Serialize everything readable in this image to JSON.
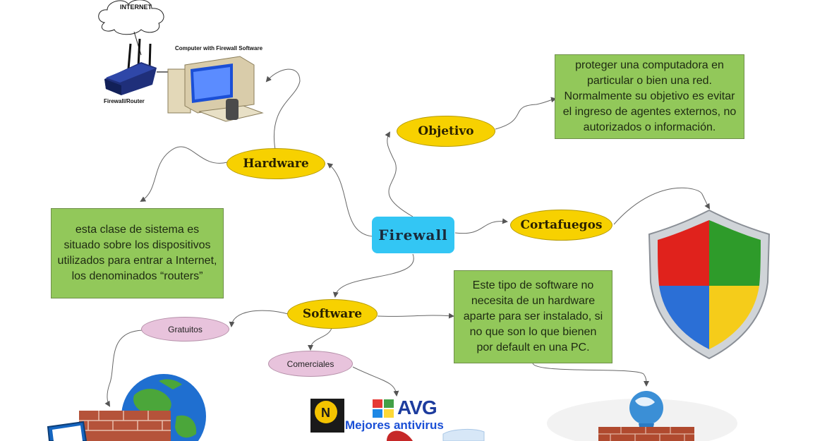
{
  "diagram": {
    "central": "Firewall",
    "branches": {
      "hardware": "Hardware",
      "objetivo": "Objetivo",
      "cortafuegos": "Cortafuegos",
      "software": "Software",
      "gratuitos": "Gratuitos",
      "comerciales": "Comerciales"
    },
    "boxes": {
      "objetivo_text": "proteger una computadora en particular o bien una red. Normalmente su objetivo es evitar el ingreso de agentes externos, no autorizados o información.",
      "hardware_text": "esta clase de sistema es situado sobre los dispositivos utilizados para entrar a Internet, los denominados “routers”",
      "software_text": "Este tipo de software no necesita de un hardware aparte para ser instalado, si no que son lo que bienen por default en una PC."
    },
    "image_labels": {
      "internet": "INTERNET",
      "computer": "Computer with Firewall Software",
      "router": "Firewall/Router",
      "avg": "AVG",
      "antivirus": "Mejores antivirus"
    },
    "colors": {
      "branch_fill": "#f7d100",
      "central_fill": "#33c6f4",
      "box_fill": "#92c85a",
      "sub_fill": "#e8c3dc"
    }
  }
}
